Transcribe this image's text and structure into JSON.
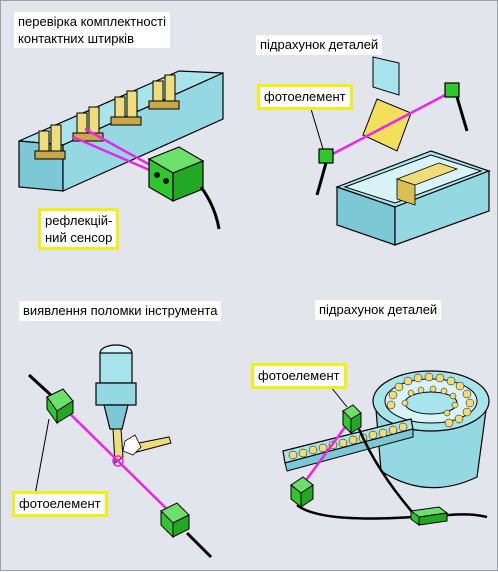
{
  "panels": {
    "top_left": {
      "title_line1": "перевірка комплектності",
      "title_line2": "контактних штирків",
      "sensor_line1": "рефлекцій-",
      "sensor_line2": "ний сенсор"
    },
    "top_right": {
      "title": "підрахунок деталей",
      "sensor": "фотоелемент"
    },
    "bottom_left": {
      "title": "виявлення поломки інструмента",
      "sensor": "фотоелемент"
    },
    "bottom_right": {
      "title": "підрахунок деталей",
      "sensor": "фотоелемент"
    }
  },
  "colors": {
    "background": "#e2e6ec",
    "equipment": "#a8e4ec",
    "sensor": "#2ec82e",
    "beam": "#ee22ee",
    "highlight": "#f2ee1a",
    "parts": "#f0dc7a"
  }
}
